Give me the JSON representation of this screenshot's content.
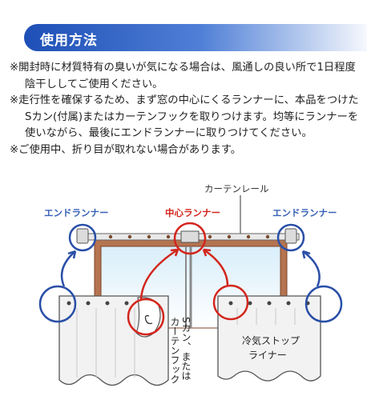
{
  "header": {
    "title": "使用方法"
  },
  "notes": [
    "※開封時に材質特有の臭いが気になる場合は、風通しの良い所で1日程度陰干ししてご使用ください。",
    "※走行性を確保するため、まず窓の中心にくるランナーに、本品をつけたSカン(付属)またはカーテンフックを取りつけます。均等にランナーを使いながら、最後にエンドランナーに取りつけてください。",
    "※ご使用中、折り目が取れない場合があります。"
  ],
  "diagram": {
    "rail_label": "カーテンレール",
    "end_runner_left": "エンドランナー",
    "center_runner": "中心ランナー",
    "end_runner_right": "エンドランナー",
    "hook_label_line1": "Sカン、または",
    "hook_label_line2": "カーテンフック",
    "liner_label_line1": "冷気ストップ",
    "liner_label_line2": "ライナー"
  },
  "colors": {
    "header": "#1d4fb6",
    "circle_blue": "#2a4fa8",
    "circle_red": "#d3261d",
    "end_label": "#3a62b8",
    "center_label": "#d3261d",
    "frame": "#9c5a3c"
  }
}
